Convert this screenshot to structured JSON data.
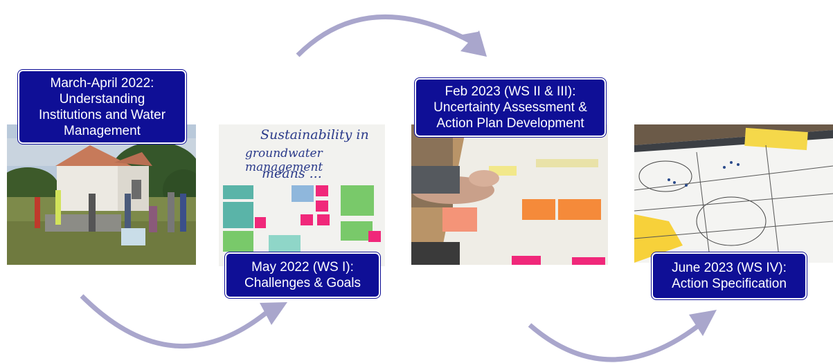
{
  "stages": [
    {
      "lines": [
        "March-April 2022:",
        "Understanding",
        "Institutions and Water",
        "Management"
      ]
    },
    {
      "lines": [
        "May 2022 (WS I):",
        "Challenges & Goals"
      ]
    },
    {
      "lines": [
        "Feb 2023 (WS II & III):",
        "Uncertainty Assessment &",
        "Action Plan Development"
      ]
    },
    {
      "lines": [
        "June 2023 (WS IV):",
        "Action Specification"
      ]
    }
  ],
  "whiteboard_text": [
    "Sustainability in",
    "groundwater management",
    "means ..."
  ],
  "colors": {
    "label_bg": "#0f0f96",
    "arrow": "#a9a6cc"
  }
}
